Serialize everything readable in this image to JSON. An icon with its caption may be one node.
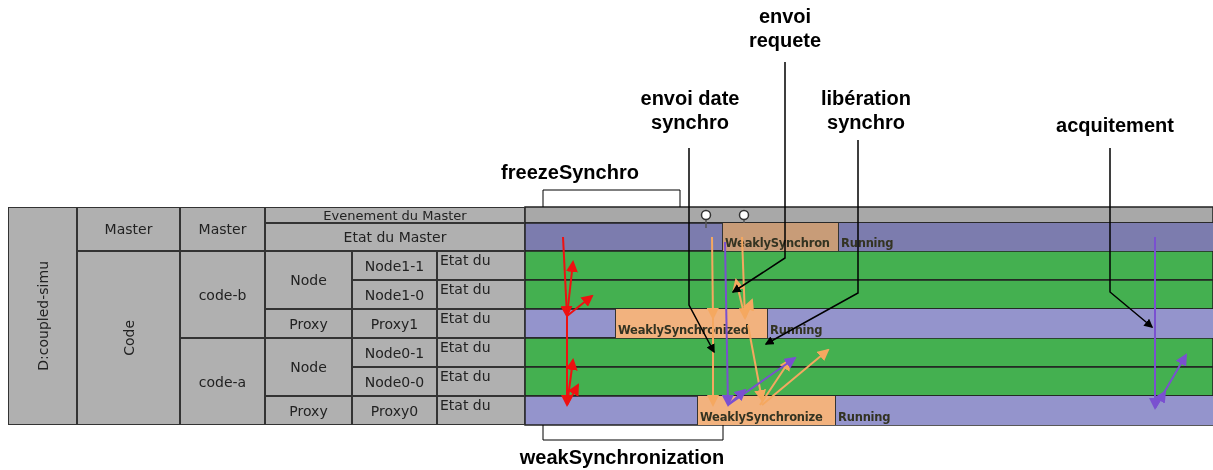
{
  "diagram": {
    "nodes": [
      {
        "text": [
          "envoi requete"
        ]
      },
      {
        "text": [
          "envoi date synchro"
        ]
      },
      {
        "text": [
          "libération synchro"
        ]
      },
      {
        "text": [
          "acquitement"
        ]
      },
      {
        "text": [
          "WeaklySynchron"
        ]
      },
      {
        "text": [
          "Running"
        ]
      },
      {
        "text": [
          "WeaklySynchronized"
        ]
      },
      {
        "text": [
          "Running"
        ]
      },
      {
        "text": [
          "WeaklySynchronize"
        ]
      },
      {
        "text": [
          "Running"
        ]
      },
      {
        "text": [],
        "shape": "picture"
      },
      {
        "text": [],
        "shape": "picture"
      },
      {
        "text": [],
        "shape": "picture"
      }
    ],
    "edges": [
      {
        "from": 0,
        "to": 11,
        "arrow": "to"
      },
      {
        "from": 1,
        "to": 11,
        "arrow": "to"
      },
      {
        "from": 2,
        "to": 11,
        "arrow": "to"
      },
      {
        "from": 3,
        "to": 12,
        "arrow": "to"
      }
    ],
    "labels": [
      "freezeSynchro",
      "D:coupled-simu",
      "Master",
      "Master",
      "Evenement du Master",
      "Etat du Master",
      "Code",
      "code-b",
      "Node",
      "Node1-1",
      "Etat du",
      "Node1-0",
      "Etat du",
      "Proxy",
      "Proxy1",
      "Etat du",
      "code-a",
      "Node",
      "Node0-1",
      "Etat du",
      "Node0-0",
      "Etat du",
      "Proxy",
      "Proxy0",
      "Etat du",
      "weakSynchronization"
    ]
  }
}
